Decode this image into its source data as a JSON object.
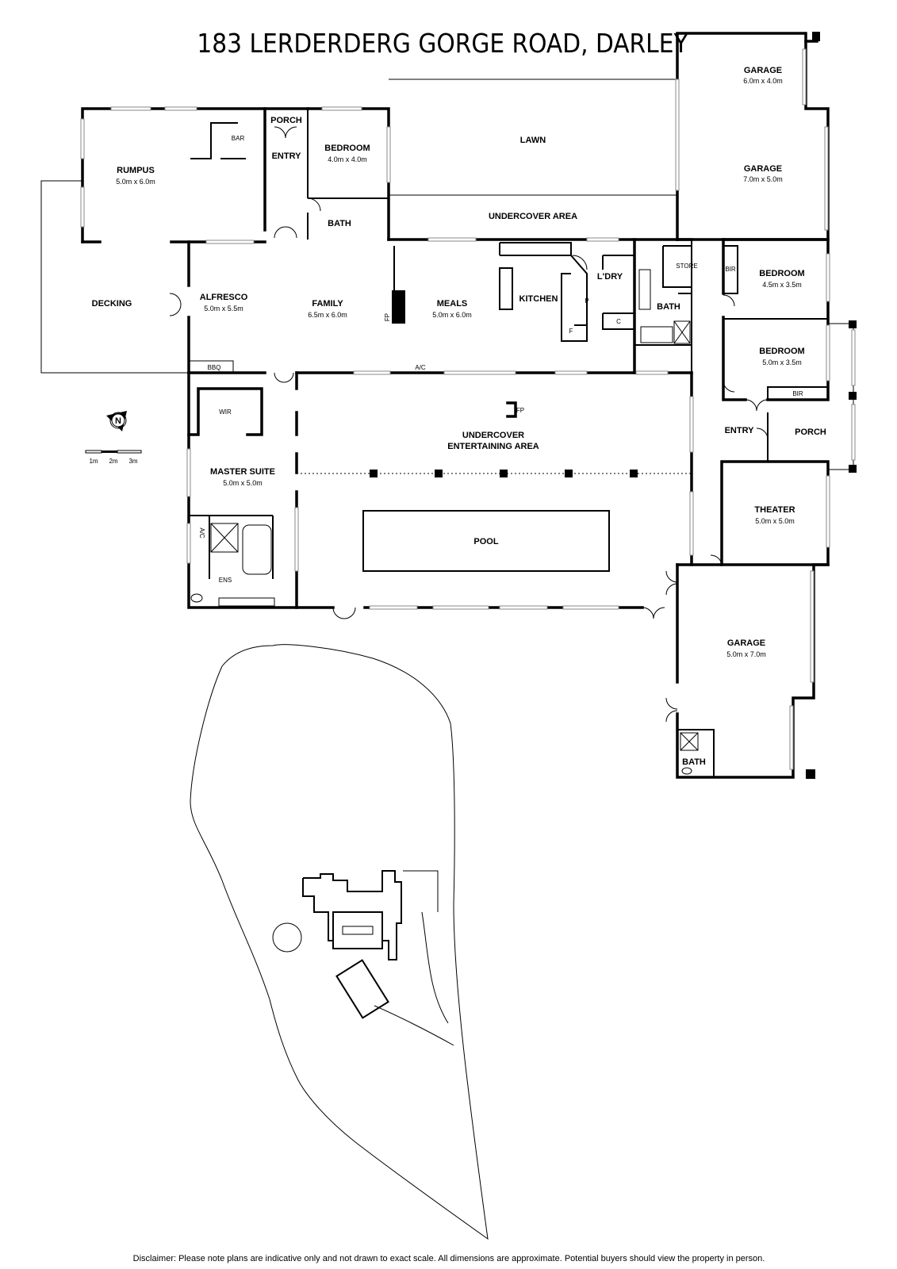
{
  "title": "183 LERDERDERG GORGE ROAD, DARLEY",
  "disclaimer": "Disclaimer: Please note plans are indicative only and not drawn to exact scale. All dimensions are approximate. Potential buyers should view the property in person.",
  "rooms": {
    "rumpus": {
      "name": "RUMPUS",
      "dim": "5.0m x 6.0m"
    },
    "bar": {
      "name": "BAR"
    },
    "porch_front": {
      "name": "PORCH"
    },
    "entry_front": {
      "name": "ENTRY"
    },
    "bedroom1": {
      "name": "BEDROOM",
      "dim": "4.0m x 4.0m"
    },
    "bath1": {
      "name": "BATH"
    },
    "lawn": {
      "name": "LAWN"
    },
    "undercover": {
      "name": "UNDERCOVER AREA"
    },
    "garage_top": {
      "name": "GARAGE",
      "dim": "6.0m x 4.0m"
    },
    "garage_mid": {
      "name": "GARAGE",
      "dim": "7.0m x 5.0m"
    },
    "decking": {
      "name": "DECKING"
    },
    "alfresco": {
      "name": "ALFRESCO",
      "dim": "5.0m x 5.5m"
    },
    "family": {
      "name": "FAMILY",
      "dim": "6.5m x 6.0m"
    },
    "meals": {
      "name": "MEALS",
      "dim": "5.0m x 6.0m"
    },
    "kitchen": {
      "name": "KITCHEN"
    },
    "laundry": {
      "name": "L'DRY"
    },
    "bath2": {
      "name": "BATH"
    },
    "store": {
      "name": "STORE"
    },
    "bedroom2": {
      "name": "BEDROOM",
      "dim": "4.5m x 3.5m"
    },
    "bedroom3": {
      "name": "BEDROOM",
      "dim": "5.0m x 3.5m"
    },
    "wir": {
      "name": "WIR"
    },
    "master": {
      "name": "MASTER SUITE",
      "dim": "5.0m x 5.0m"
    },
    "ens": {
      "name": "ENS"
    },
    "entertaining_1": {
      "name": "UNDERCOVER"
    },
    "entertaining_2": {
      "name": "ENTERTAINING AREA"
    },
    "pool": {
      "name": "POOL"
    },
    "entry_side": {
      "name": "ENTRY"
    },
    "porch_side": {
      "name": "PORCH"
    },
    "theater": {
      "name": "THEATER",
      "dim": "5.0m x 5.0m"
    },
    "garage_bottom": {
      "name": "GARAGE",
      "dim": "5.0m x 7.0m"
    },
    "bath3": {
      "name": "BATH"
    }
  },
  "fixtures": {
    "bbq": "BBQ",
    "ac_top": "A/C",
    "ac_master": "A/C",
    "bir1": "BIR",
    "bir2": "BIR",
    "fp1": "FP",
    "fp2": "FP",
    "pantry": "P",
    "fridge": "F",
    "cupboard": "C"
  },
  "compass": "N",
  "scale": {
    "labels": [
      "1m",
      "2m",
      "3m"
    ]
  }
}
